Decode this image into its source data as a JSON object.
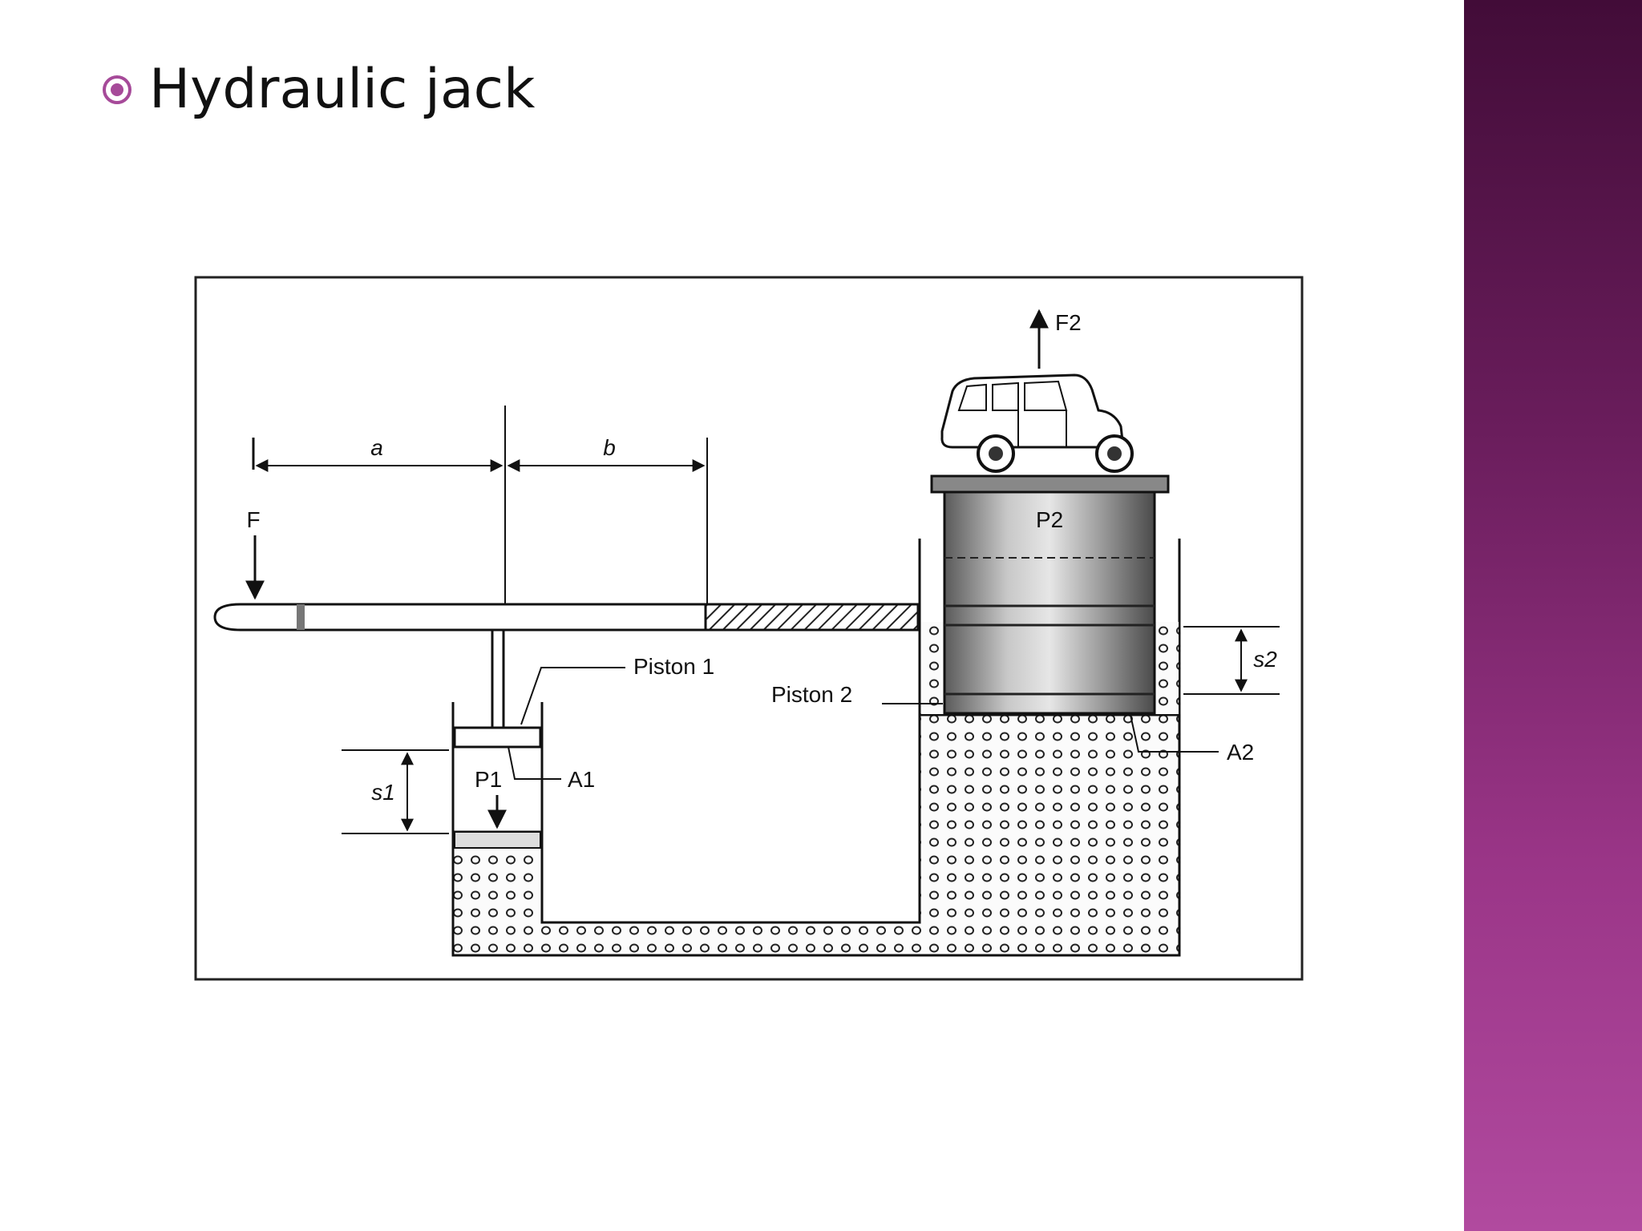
{
  "slide": {
    "bullet_text": "Hydraulic jack"
  },
  "diagram": {
    "labels": {
      "a": "a",
      "b": "b",
      "F": "F",
      "F2": "F2",
      "P2": "P2",
      "piston1": "Piston 1",
      "piston2": "Piston 2",
      "P1": "P1",
      "A1": "A1",
      "A2": "A2",
      "s1": "s1",
      "s2": "s2"
    }
  },
  "colors": {
    "accent": "#a64a99",
    "band_top": "#420c38",
    "band_bottom": "#b14a9f"
  },
  "icons": {
    "bullet": "target-bullet-icon"
  }
}
